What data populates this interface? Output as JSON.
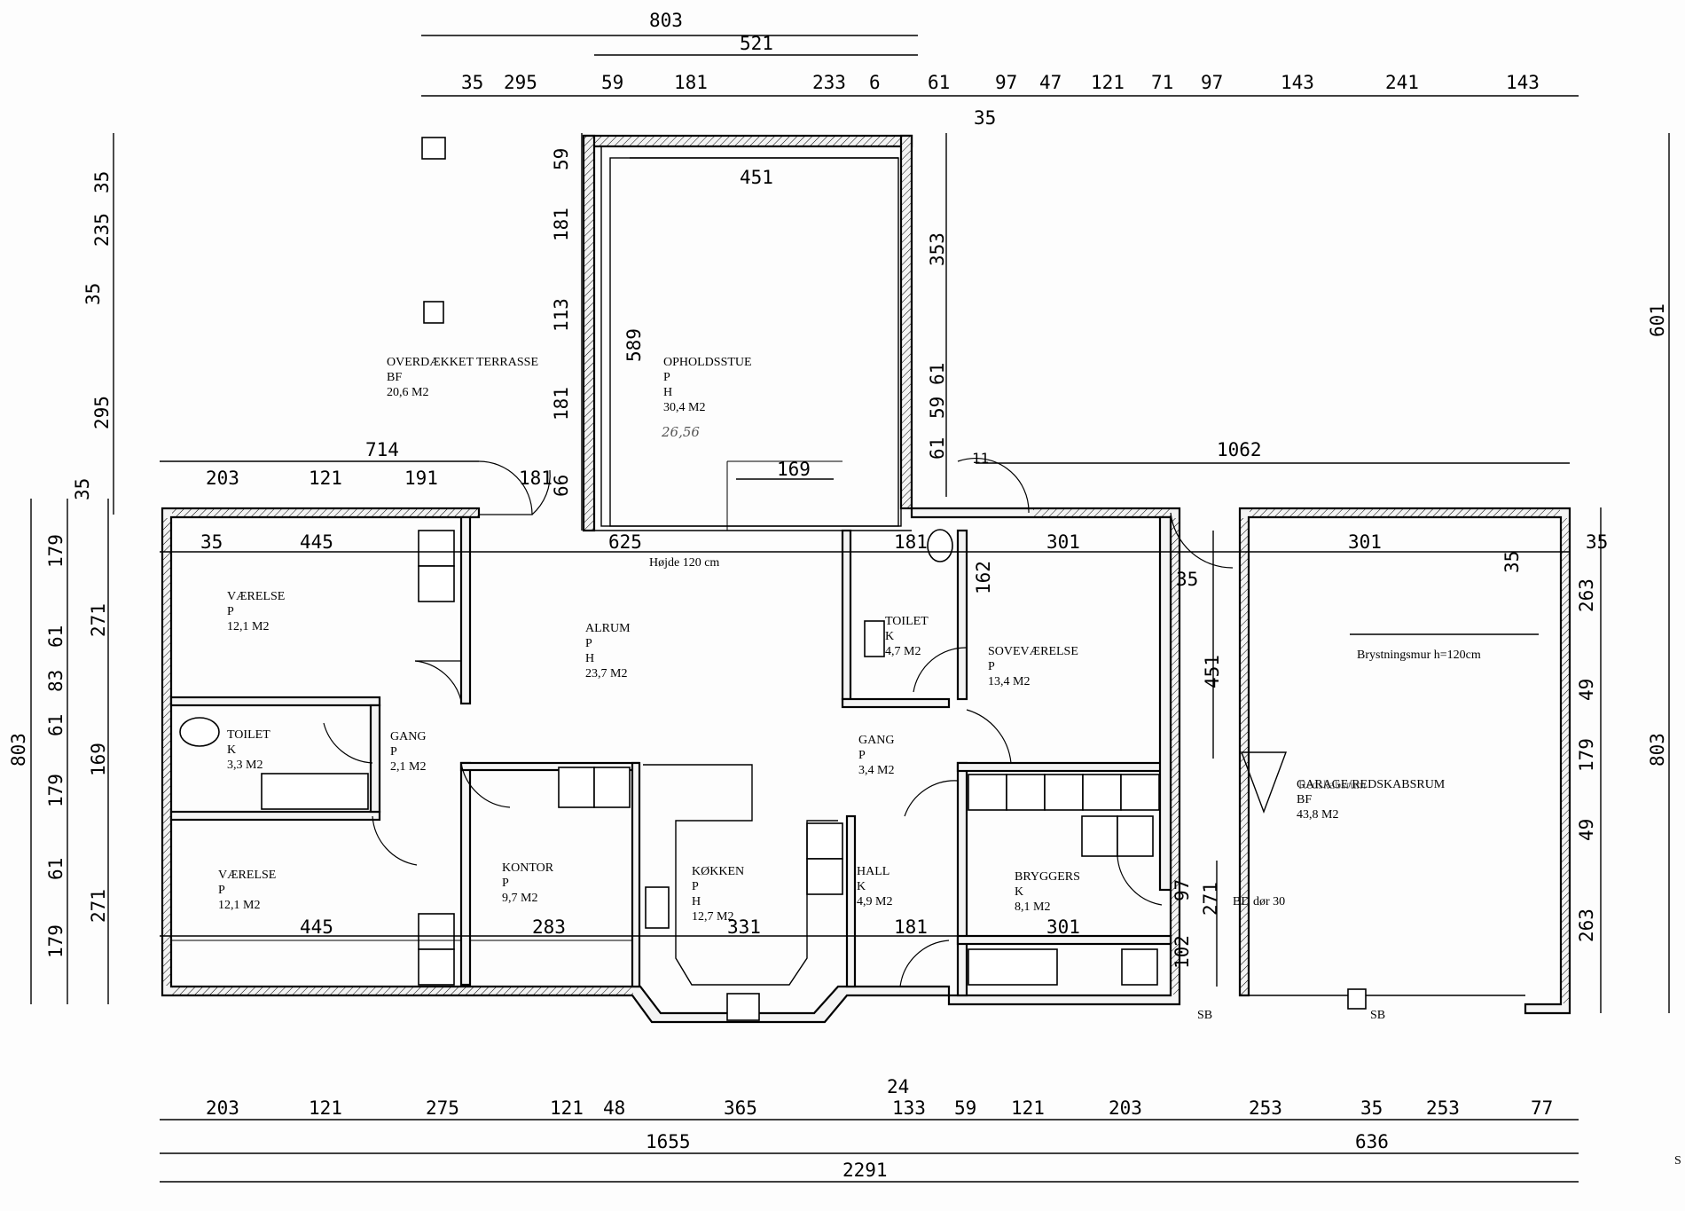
{
  "rooms": {
    "terrace": [
      "OVERDÆKKET TERRASSE",
      "BF",
      "20,6 M2"
    ],
    "living": [
      "OPHOLDSSTUE",
      "P",
      "H",
      "30,4 M2"
    ],
    "living_note": "26,56",
    "room1": [
      "VÆRELSE",
      "P",
      "12,1 M2"
    ],
    "room2": [
      "VÆRELSE",
      "P",
      "12,1 M2"
    ],
    "alrum": [
      "ALRUM",
      "P",
      "H",
      "23,7 M2"
    ],
    "toilet1": [
      "TOILET",
      "K",
      "3,3 M2"
    ],
    "gang1": [
      "GANG",
      "P",
      "2,1 M2"
    ],
    "kontor": [
      "KONTOR",
      "P",
      "9,7 M2"
    ],
    "kitchen": [
      "KØKKEN",
      "P",
      "H",
      "12,7 M2"
    ],
    "toilet2": [
      "TOILET",
      "K",
      "4,7 M2"
    ],
    "gang2": [
      "GANG",
      "P",
      "3,4 M2"
    ],
    "hall": [
      "HALL",
      "K",
      "4,9 M2"
    ],
    "bedroom": [
      "SOVEVÆRELSE",
      "P",
      "13,4 M2"
    ],
    "utility": [
      "BRYGGERS",
      "K",
      "8,1 M2"
    ],
    "garage": [
      "GARAGE/REDSKABSRUM",
      "BF",
      "43,8 M2"
    ],
    "garage_overlap": "Redskabsrum"
  },
  "notes": {
    "hojde": "Højde 120 cm",
    "brystning": "Brystningsmur h=120cm",
    "bd_door": "BD dør 30",
    "sb1": "SB",
    "sb2": "SB",
    "corner": "S"
  },
  "dims": {
    "top_overall": "803",
    "top_521": "521",
    "top_row": [
      "35",
      "295",
      "59",
      "181",
      "233",
      "6",
      "61",
      "97",
      "47",
      "121",
      "71",
      "97",
      "143",
      "241",
      "143"
    ],
    "top_35": "35",
    "bottom_row": [
      "203",
      "121",
      "275",
      "121",
      "48",
      "365",
      "24",
      "133",
      "59",
      "121",
      "203",
      "253",
      "35",
      "253",
      "77"
    ],
    "bottom_1655": "1655",
    "bottom_636": "636",
    "bottom_2291": "2291",
    "left_outer": [
      "179",
      "61",
      "83",
      "61",
      "179",
      "61",
      "179"
    ],
    "left_inner": [
      "271",
      "169",
      "271"
    ],
    "left_total": "803",
    "left_upper": [
      "35",
      "235",
      "35",
      "295",
      "35"
    ],
    "right_outer": [
      "601",
      "803"
    ],
    "right_inner": [
      "263",
      "49",
      "179",
      "49",
      "263"
    ],
    "right_35": "35",
    "living_vert": [
      "59",
      "181",
      "113",
      "181",
      "66"
    ],
    "living_right": [
      "353",
      "61",
      "59",
      "61"
    ],
    "living_589": "589",
    "living_451": "451",
    "living_169": "169",
    "w714": "714",
    "w203": "203",
    "w121": "121",
    "w191": "191",
    "w181a": "181",
    "w1062": "1062",
    "w11": "11",
    "row_35": "35",
    "row_445a": "445",
    "row_625": "625",
    "row_181b": "181",
    "row_301a": "301",
    "row_301b": "301",
    "row_35b": "35",
    "row_35c": "35",
    "row_162": "162",
    "g451": "451",
    "row_445b": "445",
    "row_283": "283",
    "row_331": "331",
    "row_181c": "181",
    "row_301c": "301",
    "u97": "97",
    "u271": "271",
    "u102": "102"
  }
}
